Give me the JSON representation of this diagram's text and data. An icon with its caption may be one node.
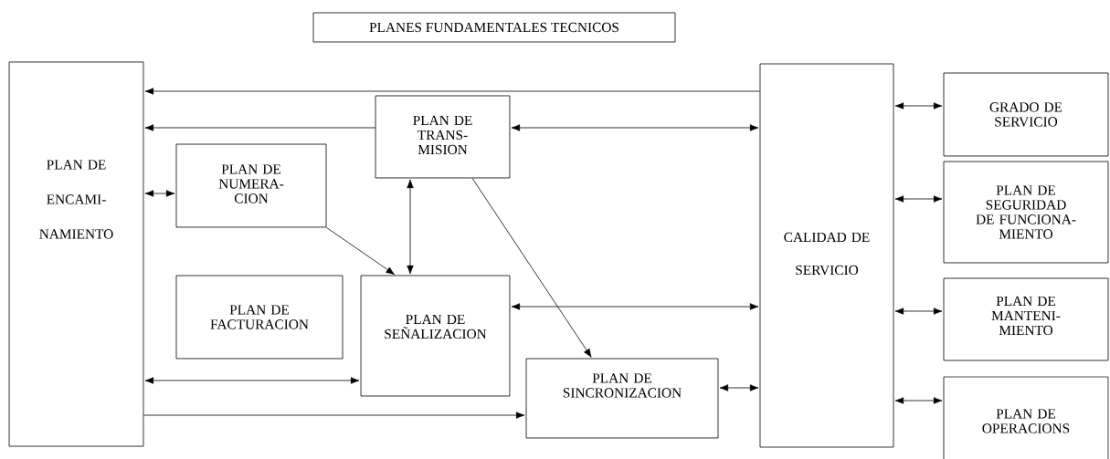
{
  "diagram": {
    "title": "PLANES FUNDAMENTALES TECNICOS",
    "nodes": [
      {
        "text": [
          "PLAN DE ENCAMI- NAMIENTO"
        ]
      },
      {
        "text": [
          "PLAN DE TRANS- MISION"
        ]
      },
      {
        "text": [
          "PLAN DE NUMERA- CION"
        ]
      },
      {
        "text": [
          "PLAN DE FACTURACION"
        ]
      },
      {
        "text": [
          "PLAN DE SEÑALIZACION"
        ]
      },
      {
        "text": [
          "PLAN DE SINCRONIZACION"
        ]
      },
      {
        "text": [
          "CALIDAD DE SERVICIO"
        ]
      },
      {
        "text": [
          "GRADO DE SERVICIO"
        ]
      },
      {
        "text": [
          "PLAN DE SEGURIDAD DE FUNCIONA- MIENTO"
        ]
      },
      {
        "text": [
          "PLAN DE MANTENI- MIENTO"
        ]
      },
      {
        "text": [
          "PLAN DE OPERACIONS"
        ]
      }
    ],
    "edges": [
      {
        "from": 6,
        "to": 0,
        "arrow": "to"
      },
      {
        "from": 1,
        "to": 0,
        "arrow": "to"
      },
      {
        "from": 1,
        "to": 6,
        "arrow": "both"
      },
      {
        "from": 0,
        "to": 2,
        "arrow": "both"
      },
      {
        "from": 2,
        "to": 4,
        "arrow": "to"
      },
      {
        "from": 1,
        "to": 4,
        "arrow": "both"
      },
      {
        "from": 1,
        "to": 5,
        "arrow": "to"
      },
      {
        "from": 4,
        "to": 6,
        "arrow": "both"
      },
      {
        "from": 0,
        "to": 4,
        "arrow": "both"
      },
      {
        "from": 0,
        "to": 5,
        "arrow": "to"
      },
      {
        "from": 5,
        "to": 6,
        "arrow": "both"
      },
      {
        "from": 6,
        "to": 7,
        "arrow": "both"
      },
      {
        "from": 6,
        "to": 8,
        "arrow": "both"
      },
      {
        "from": 6,
        "to": 9,
        "arrow": "both"
      },
      {
        "from": 6,
        "to": 10,
        "arrow": "both"
      }
    ]
  }
}
